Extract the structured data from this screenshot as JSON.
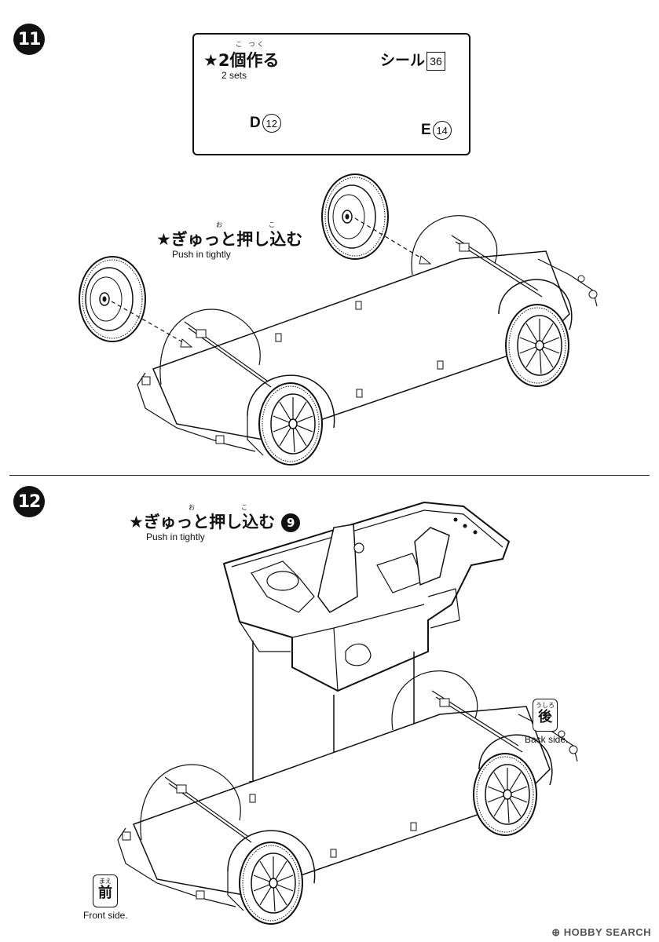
{
  "step11": {
    "number": "11",
    "inset": {
      "title": "★2個作る",
      "title_ruby": "こ つく",
      "subtitle": "2 sets",
      "sticker_label": "シール",
      "sticker_number": "36",
      "part_d_letter": "D",
      "part_d_number": "12",
      "part_e_letter": "E",
      "part_e_number": "14"
    },
    "instruction": "★ぎゅっと押し込む",
    "instruction_ruby_o": "お",
    "instruction_ruby_ko": "こ",
    "instruction_en": "Push in tightly"
  },
  "step12": {
    "number": "12",
    "instruction": "★ぎゅっと押し込む",
    "instruction_ruby_o": "お",
    "instruction_ruby_ko": "こ",
    "instruction_en": "Push in tightly",
    "reference_step": "9",
    "back": {
      "ruby": "うしろ",
      "kanji": "後",
      "label": "Back side."
    },
    "front": {
      "ruby": "まえ",
      "kanji": "前",
      "label": "Front side."
    }
  },
  "watermark": "HOBBY SEARCH"
}
